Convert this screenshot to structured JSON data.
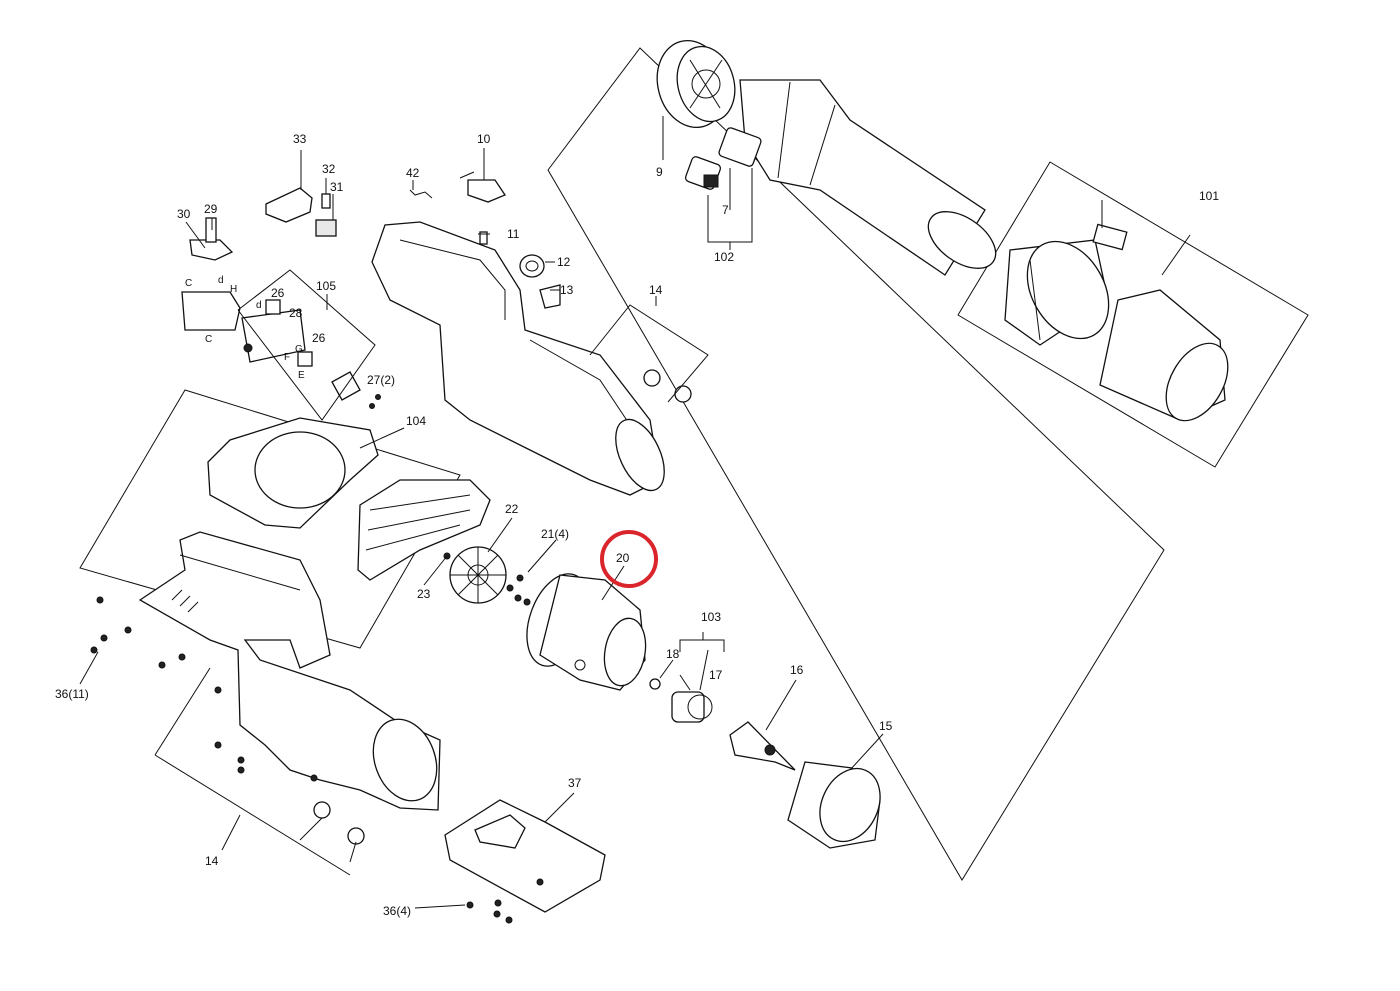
{
  "labels": {
    "p9": "9",
    "p7": "7",
    "p102": "102",
    "p101": "101",
    "p33": "33",
    "p32": "32",
    "p31": "31",
    "p30": "30",
    "p29": "29",
    "p10": "10",
    "p42": "42",
    "p11": "11",
    "p12": "12",
    "p13": "13",
    "p14_top": "14",
    "p105": "105",
    "p26_a": "26",
    "p28": "28",
    "p26_b": "26",
    "p27": "27(2)",
    "p104": "104",
    "p22": "22",
    "p21": "21(4)",
    "p20": "20",
    "p23": "23",
    "p103": "103",
    "p18": "18",
    "p17": "17",
    "p16": "16",
    "p15": "15",
    "p36a": "36(11)",
    "p14_bot": "14",
    "p37": "37",
    "p36b": "36(4)",
    "tag_c1": "C",
    "tag_d1": "d",
    "tag_h": "H",
    "tag_c2": "C",
    "tag_d2": "d",
    "tag_g": "G",
    "tag_f": "F",
    "tag_e": "E"
  },
  "highlight": {
    "part": "20",
    "color": "#d9252b"
  }
}
